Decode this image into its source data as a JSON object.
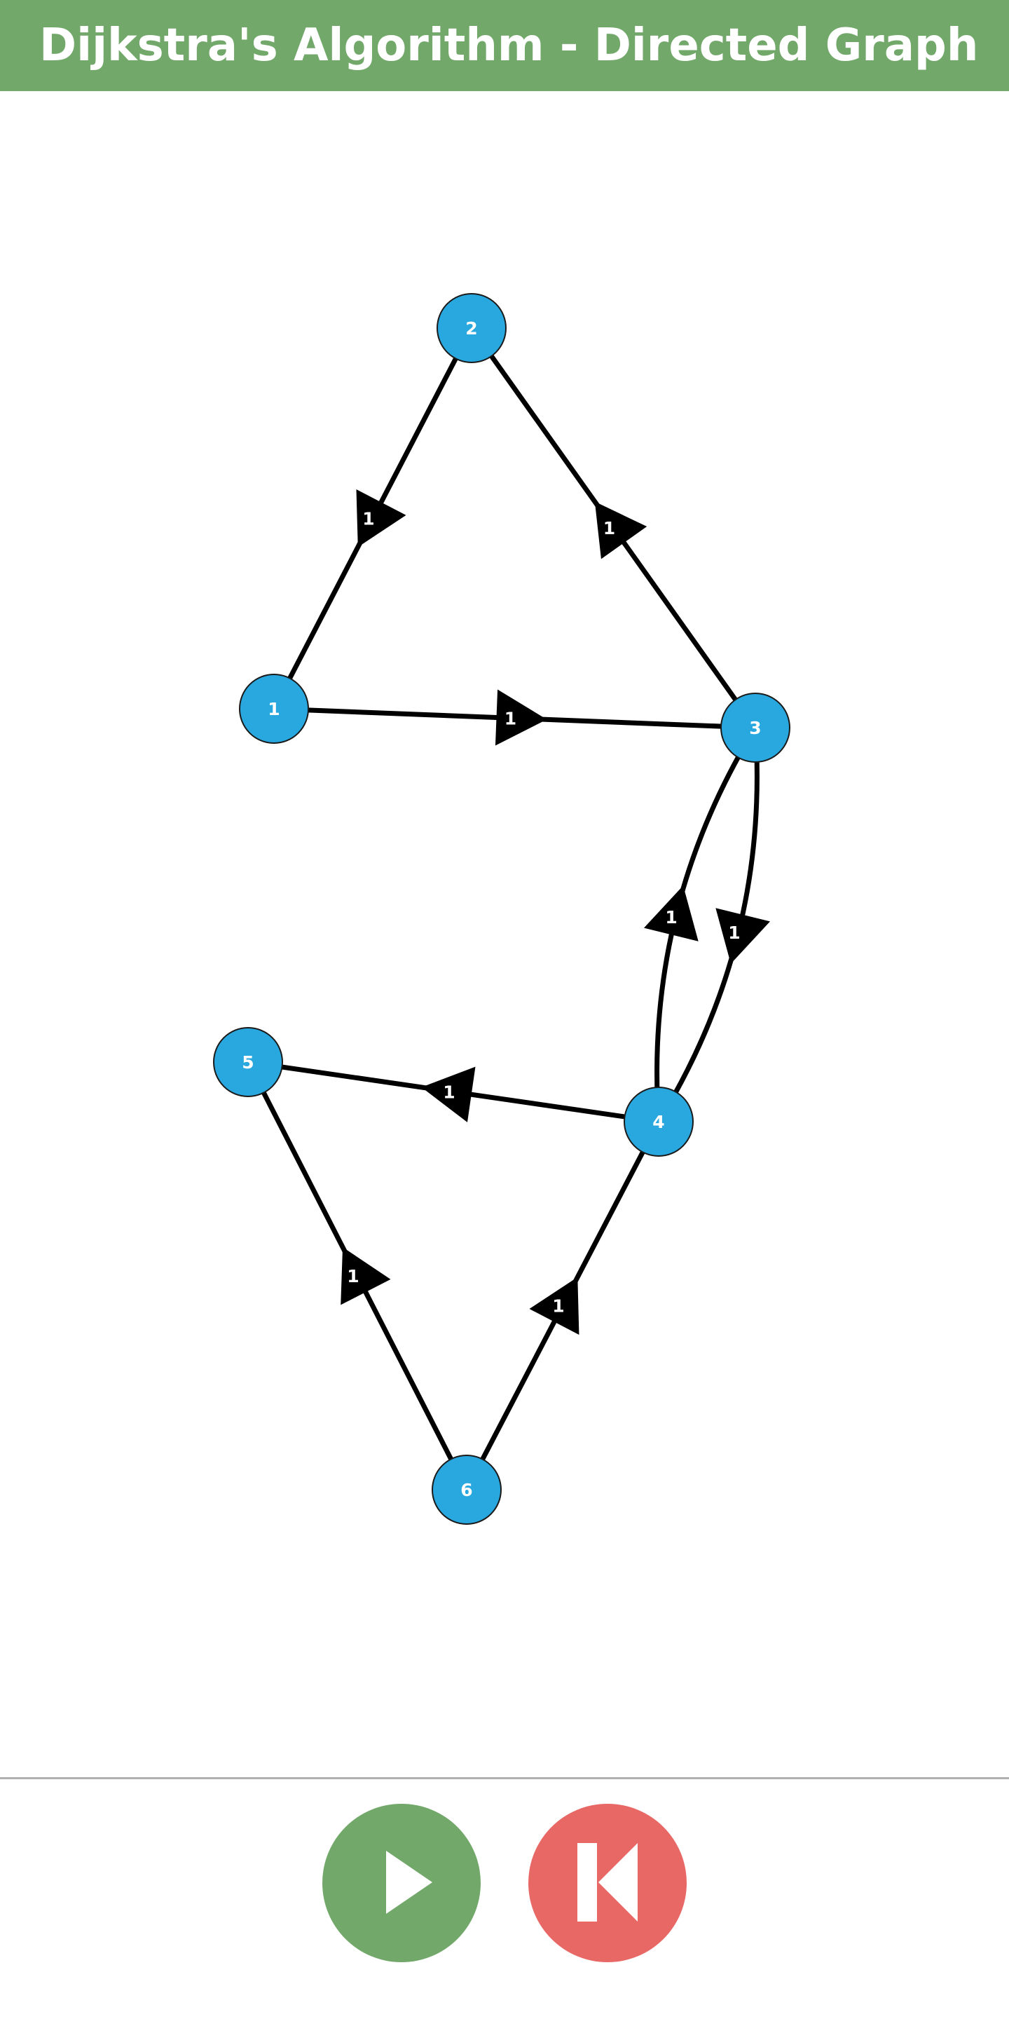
{
  "header": {
    "title": "Dijkstra's Algorithm - Directed Graph"
  },
  "colors": {
    "header_bg": "#73a86b",
    "node_fill": "#29a8e0",
    "edge_color": "#000000",
    "play_button": "#73a86b",
    "reset_button": "#e86866"
  },
  "graph": {
    "nodes": [
      {
        "id": "1",
        "label": "1"
      },
      {
        "id": "2",
        "label": "2"
      },
      {
        "id": "3",
        "label": "3"
      },
      {
        "id": "4",
        "label": "4"
      },
      {
        "id": "5",
        "label": "5"
      },
      {
        "id": "6",
        "label": "6"
      }
    ],
    "edges": [
      {
        "from": "2",
        "to": "1",
        "weight": "1"
      },
      {
        "from": "3",
        "to": "2",
        "weight": "1"
      },
      {
        "from": "1",
        "to": "3",
        "weight": "1"
      },
      {
        "from": "4",
        "to": "3",
        "weight": "1"
      },
      {
        "from": "3",
        "to": "4",
        "weight": "1"
      },
      {
        "from": "4",
        "to": "5",
        "weight": "1"
      },
      {
        "from": "6",
        "to": "5",
        "weight": "1"
      },
      {
        "from": "6",
        "to": "4",
        "weight": "1"
      }
    ]
  },
  "controls": {
    "play_icon": "play-icon",
    "reset_icon": "skip-back-icon"
  }
}
